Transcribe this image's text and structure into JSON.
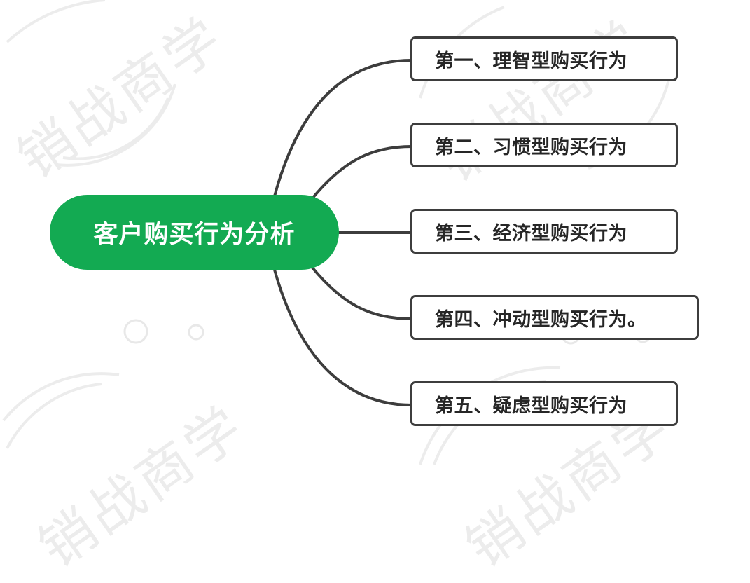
{
  "watermark": {
    "text": "销战商学",
    "color": "#ececec"
  },
  "mindmap": {
    "root": {
      "label": "客户购买行为分析",
      "color": "#13aa52"
    },
    "branches": [
      {
        "label": "第一、理智型购买行为"
      },
      {
        "label": "第二、习惯型购买行为"
      },
      {
        "label": "第三、经济型购买行为"
      },
      {
        "label": "第四、冲动型购买行为。"
      },
      {
        "label": "第五、疑虑型购买行为"
      }
    ],
    "connector_color": "#3d3d3d",
    "border_color": "#3d3d3d"
  }
}
